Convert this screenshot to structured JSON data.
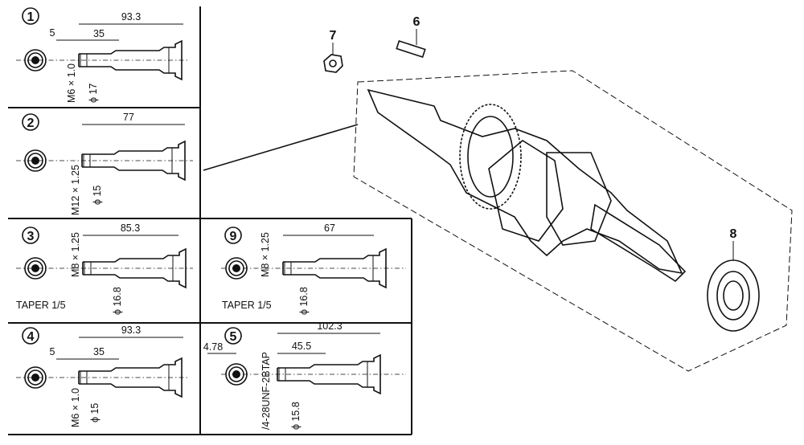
{
  "variants": [
    {
      "id": "1",
      "dims": {
        "top": "93.3",
        "mid": "35",
        "left": "5",
        "thread": "M6 × 1.0",
        "dia": "ϕ 17"
      }
    },
    {
      "id": "2",
      "dims": {
        "top": "77",
        "thread": "M12 × 1.25",
        "dia": "ϕ 15"
      }
    },
    {
      "id": "3",
      "dims": {
        "top": "85.3",
        "thread": "M8 × 1.25",
        "dia": "ϕ 16.8",
        "taper": "TAPER 1/5"
      }
    },
    {
      "id": "9",
      "dims": {
        "top": "67",
        "thread": "M8 × 1.25",
        "dia": "ϕ 16.8",
        "taper": "TAPER 1/5"
      }
    },
    {
      "id": "4",
      "dims": {
        "top": "93.3",
        "mid": "35",
        "left": "5",
        "thread": "M6 × 1.0",
        "dia": "ϕ 15"
      }
    },
    {
      "id": "5",
      "dims": {
        "top": "102.3",
        "mid": "45.5",
        "left": "4.78",
        "thread": "/4-28UNF-2BTAP",
        "dia": "ϕ 15.8"
      }
    }
  ],
  "parts": {
    "p6": "6",
    "p7": "7",
    "p8": "8"
  }
}
